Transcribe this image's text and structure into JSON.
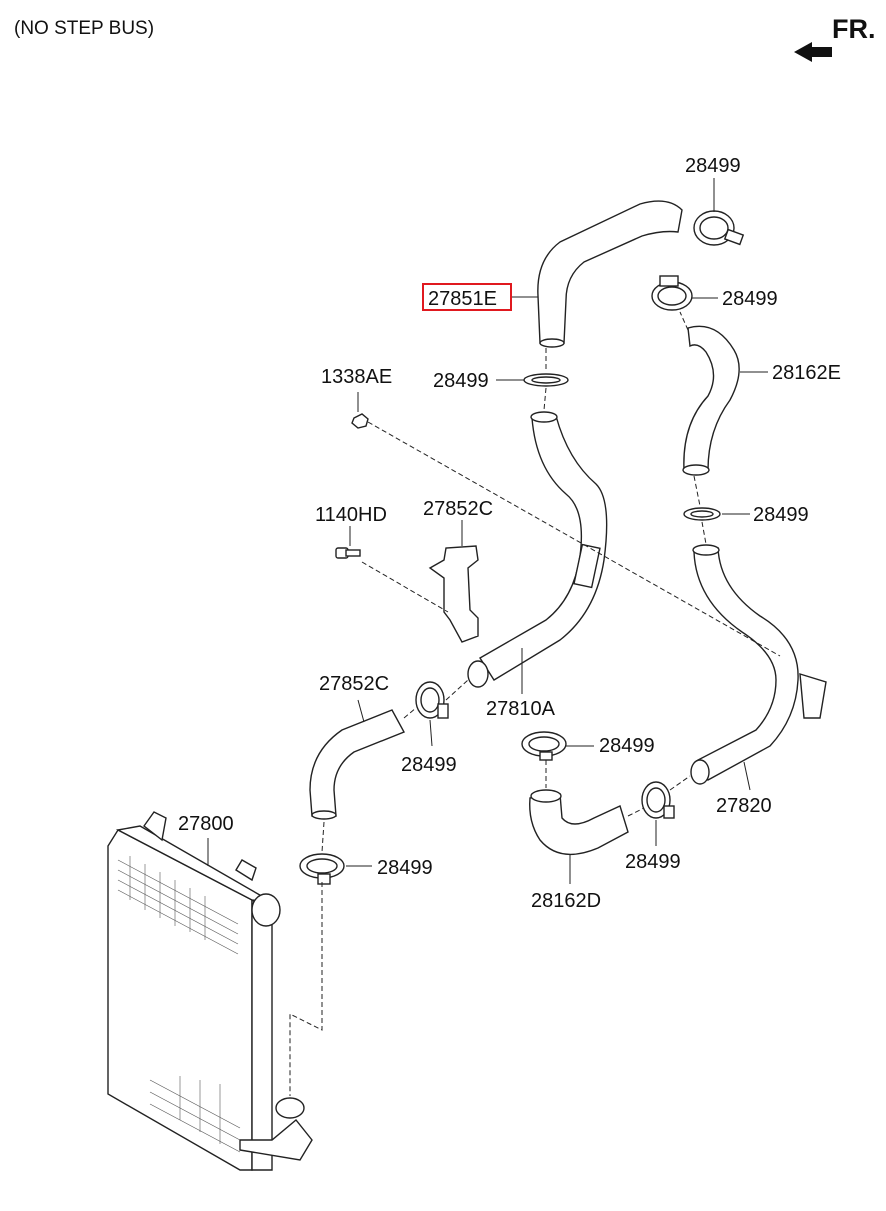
{
  "header": {
    "note": "(NO STEP BUS)",
    "direction": "FR."
  },
  "colors": {
    "highlight": "#e0191f",
    "ink": "#222222"
  },
  "callouts": {
    "hose_upper": "27851E",
    "clamp_top": "28499",
    "clamp_right_top": "28499",
    "nut": "1338AE",
    "clamp_upper_mid": "28499",
    "hose_right_upper": "28162E",
    "bolt": "1140HD",
    "bracket_upper": "27852C",
    "clamp_right_mid": "28499",
    "hose_left_mid": "27852C",
    "pipe_main": "27810A",
    "clamp_left_mid": "28499",
    "clamp_small_center": "28499",
    "pipe_right": "27820",
    "intercooler": "27800",
    "clamp_right_low": "28499",
    "clamp_left_low": "28499",
    "hose_lower": "28162D"
  }
}
